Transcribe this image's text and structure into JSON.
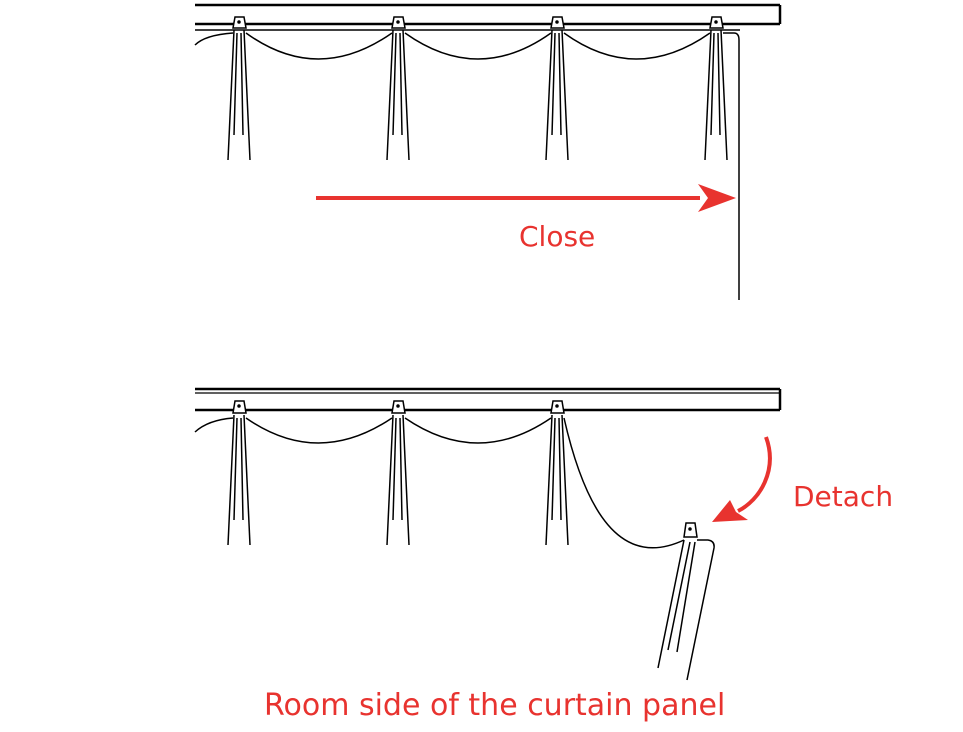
{
  "labels": {
    "close": "Close",
    "detach": "Detach",
    "caption": "Room side of the curtain panel"
  },
  "colors": {
    "annotation": "#e8332f",
    "line": "#000000"
  }
}
